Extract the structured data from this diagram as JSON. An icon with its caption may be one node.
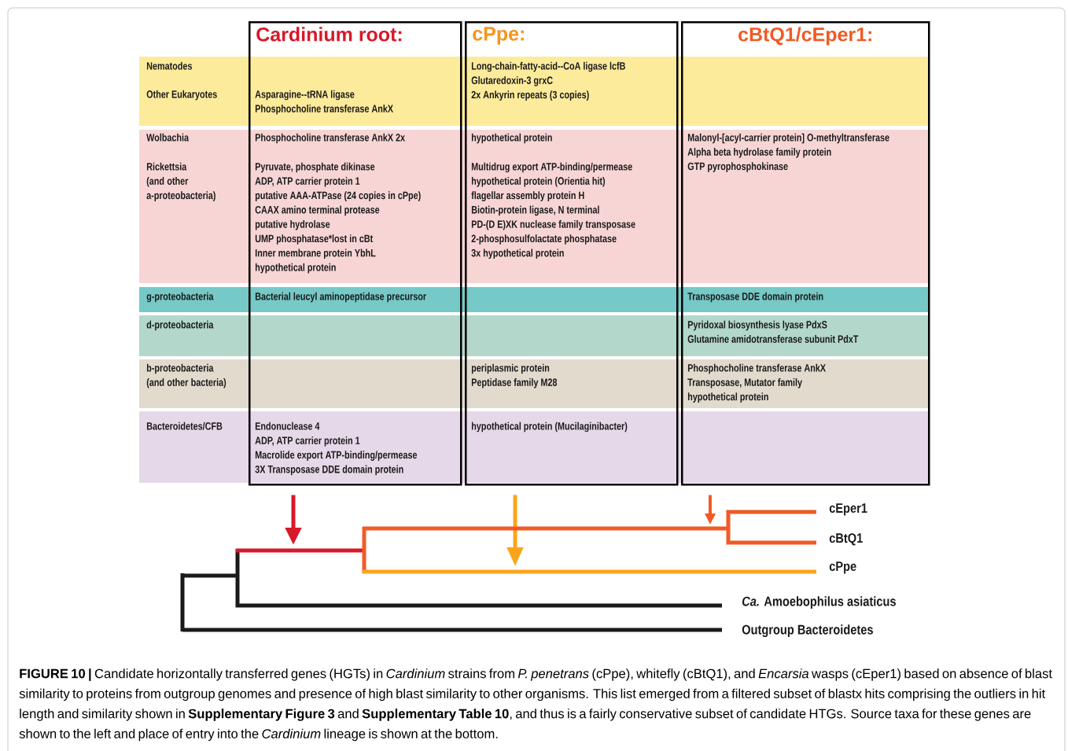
{
  "diagram": {
    "nodes": [
      {
        "text": [
          "Cardinium root:"
        ]
      },
      {
        "text": [
          "cPpe:"
        ]
      },
      {
        "text": [
          "cBtQ1/cEper1:"
        ]
      }
    ],
    "edges": [
      {
        "from": 0,
        "to": null,
        "arrow": "to",
        "color": "#d7192a"
      },
      {
        "from": 1,
        "to": null,
        "arrow": "to",
        "color": "#f9a51a"
      },
      {
        "from": 2,
        "to": null,
        "arrow": "to",
        "color": "#f15a24"
      }
    ],
    "labels": [
      "Nematodes",
      "Other Eukaryotes",
      "Asparagine--tRNA ligase",
      "Phosphocholine transferase AnkX",
      "Long-chain-fatty-acid--CoA ligase lcfB",
      "Glutaredoxin-3 grxC",
      "2x Ankyrin repeats (3 copies)",
      "Wolbachia",
      "Phosphocholine transferase AnkX 2x",
      "hypothetical protein",
      "Malonyl-[acyl-carrier protein] O-methyltransferase",
      "Alpha beta hydrolase family protein",
      "GTP pyrophosphokinase",
      "Rickettsia (and other a-proteobacteria)",
      "Pyruvate, phosphate dikinase",
      "ADP, ATP carrier protein 1",
      "putative AAA-ATPase (24 copies in cPpe)",
      "CAAX amino terminal protease",
      "putative hydrolase",
      "UMP phosphatase*lost in cBt",
      "Inner membrane protein YbhL",
      "hypothetical protein",
      "Multidrug export ATP-binding/permease",
      "hypothetical protein (Orientia hit)",
      "flagellar assembly protein H",
      "Biotin-protein ligase, N terminal",
      "PD-(D E)XK nuclease family transposase",
      "2-phosphosulfolactate phosphatase",
      "3x hypothetical protein",
      "g-proteobacteria",
      "Bacterial leucyl aminopeptidase precursor",
      "Transposase DDE domain protein",
      "d-proteobacteria",
      "Pyridoxal biosynthesis lyase PdxS",
      "Glutamine amidotransferase subunit PdxT",
      "b-proteobacteria (and other bacteria)",
      "periplasmic protein",
      "Peptidase family M28",
      "Phosphocholine transferase AnkX",
      "Transposase, Mutator family",
      "hypothetical protein",
      "Bacteroidetes/CFB",
      "Endonuclease 4",
      "ADP, ATP carrier protein 1",
      "Macrolide export ATP-binding/permease",
      "3X Transposase DDE domain protein",
      "hypothetical protein (Mucilaginibacter)",
      "cEper1",
      "cBtQ1",
      "cPpe",
      "*Ca.* Amoebophilus asiaticus",
      "Outgroup Bacteroidetes"
    ],
    "caption": "**FIGURE 10 |** Candidate horizontally transferred genes (HGTs) in *Cardinium* strains from *P. penetrans* (cPpe), whitefly (cBtQ1), and *Encarsia* wasps (cEper1) based on absence of blast similarity to proteins from outgroup genomes and presence of high blast similarity to other organisms. This list emerged from a filtered subset of blastx hits comprising the outliers in hit length and similarity shown in **Supplementary Figure 3** and **Supplementary Table 10**, and thus is a fairly conservative subset of candidate HTGs. Source taxa for these genes are shown to the left and place of entry into the *Cardinium* lineage is shown at the bottom."
  }
}
